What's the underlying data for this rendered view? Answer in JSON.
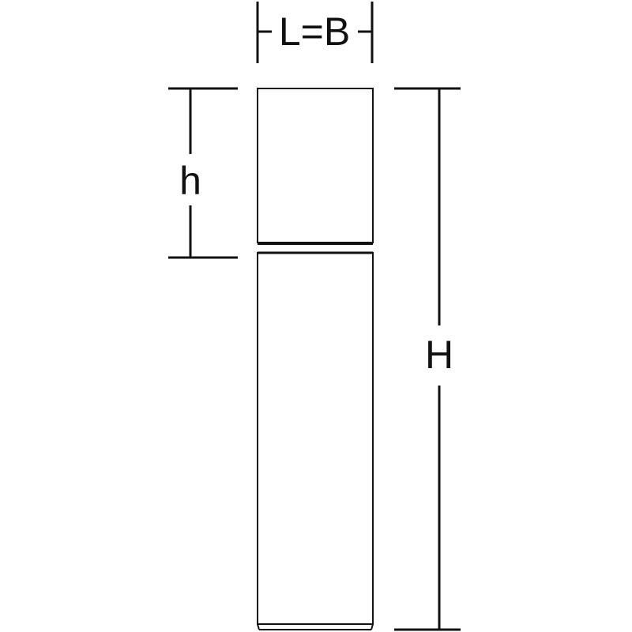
{
  "colors": {
    "stroke": "#111111",
    "background": "#ffffff"
  },
  "dimensions": {
    "width_label": "L=B",
    "cap_height_label": "h",
    "total_height_label": "H"
  }
}
